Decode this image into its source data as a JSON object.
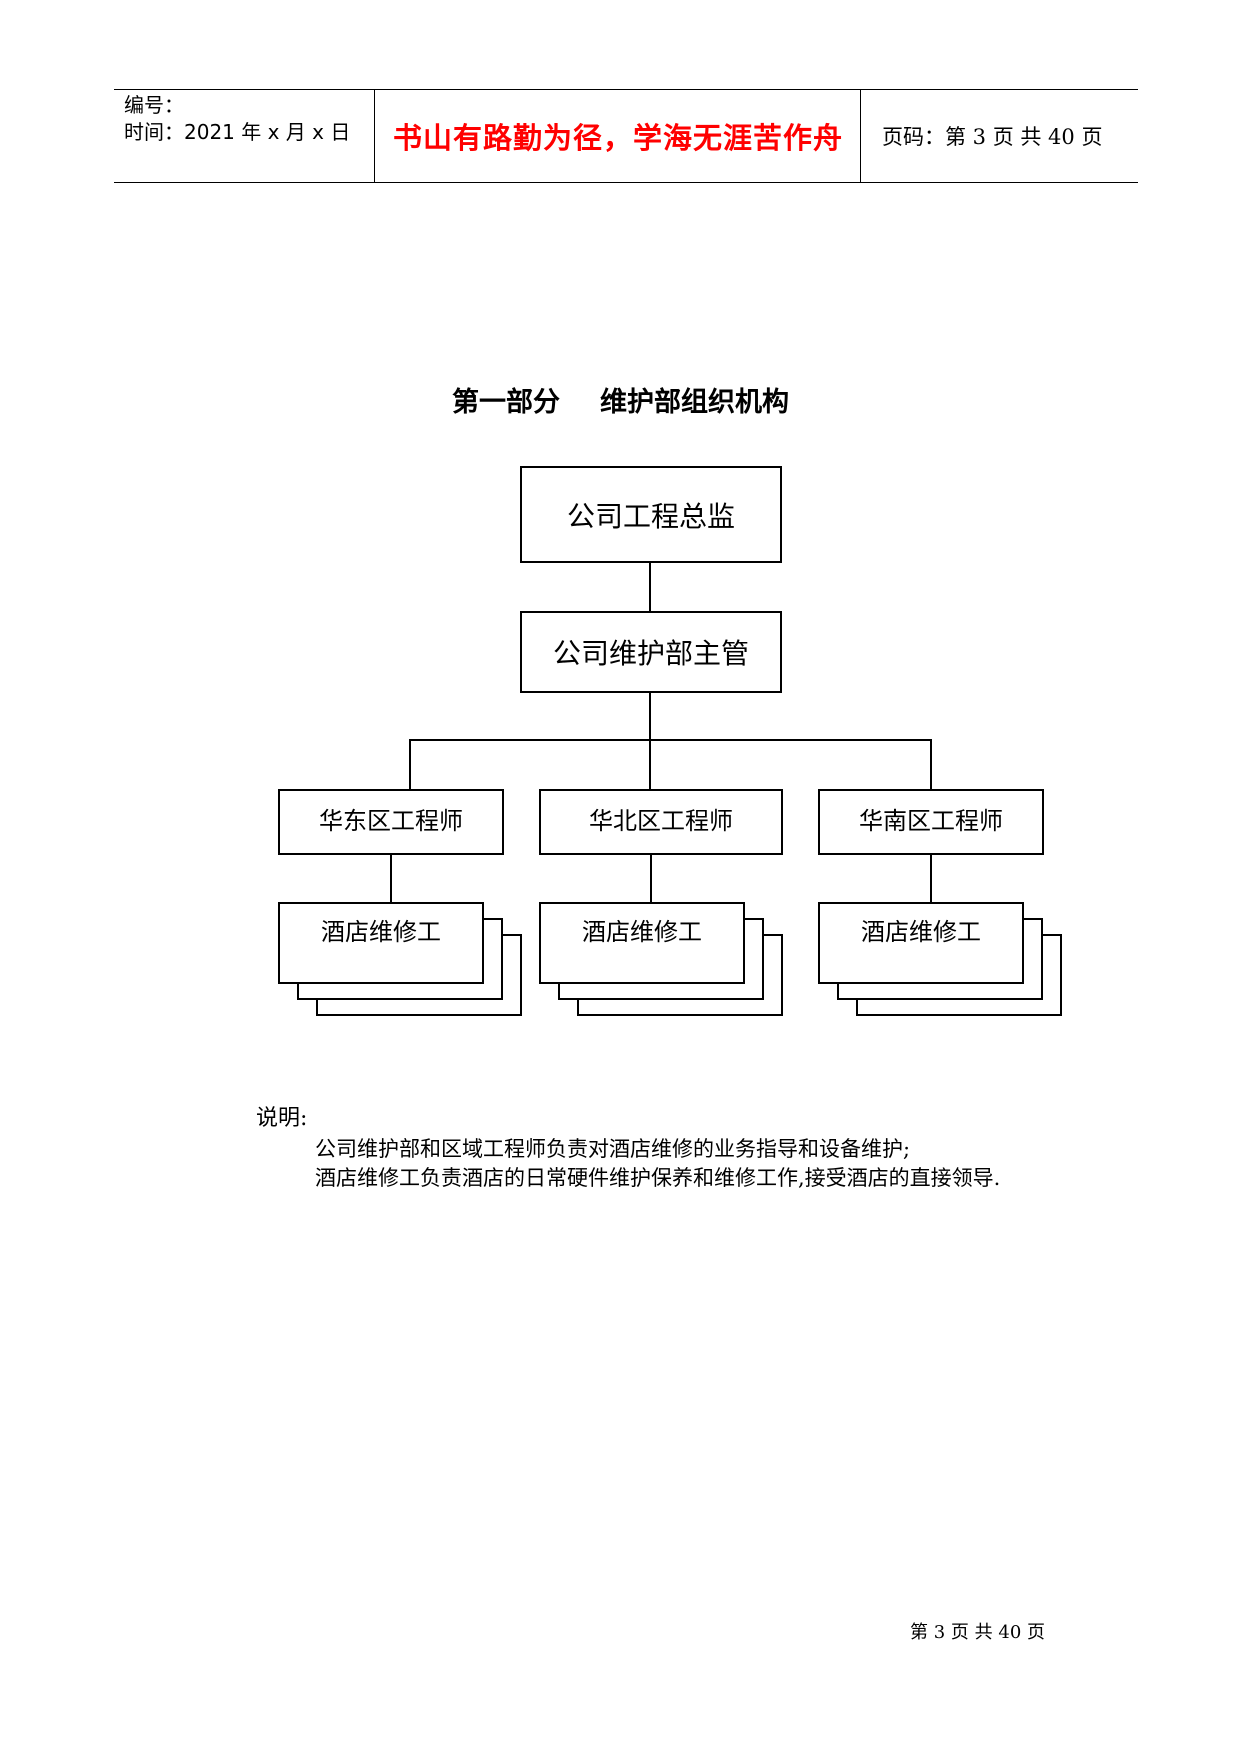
{
  "header": {
    "serial_label": "编号：",
    "time_line": "时间：2021 年 x 月 x 日",
    "motto": "书山有路勤为径，学海无涯苦作舟",
    "page_code": "页码：第 3 页  共 40 页"
  },
  "title": {
    "part": "第一部分",
    "name": "维护部组织机构"
  },
  "org": {
    "director": "公司工程总监",
    "supervisor": "公司维护部主管",
    "engineers": [
      "华东区工程师",
      "华北区工程师",
      "华南区工程师"
    ],
    "workers": [
      "酒店维修工",
      "酒店维修工",
      "酒店维修工"
    ]
  },
  "notes": {
    "label": "说明:",
    "line1": "公司维护部和区域工程师负责对酒店维修的业务指导和设备维护;",
    "line2": "酒店维修工负责酒店的日常硬件维护保养和维修工作,接受酒店的直接领导."
  },
  "footer": {
    "page": "第 3 页 共 40 页"
  }
}
